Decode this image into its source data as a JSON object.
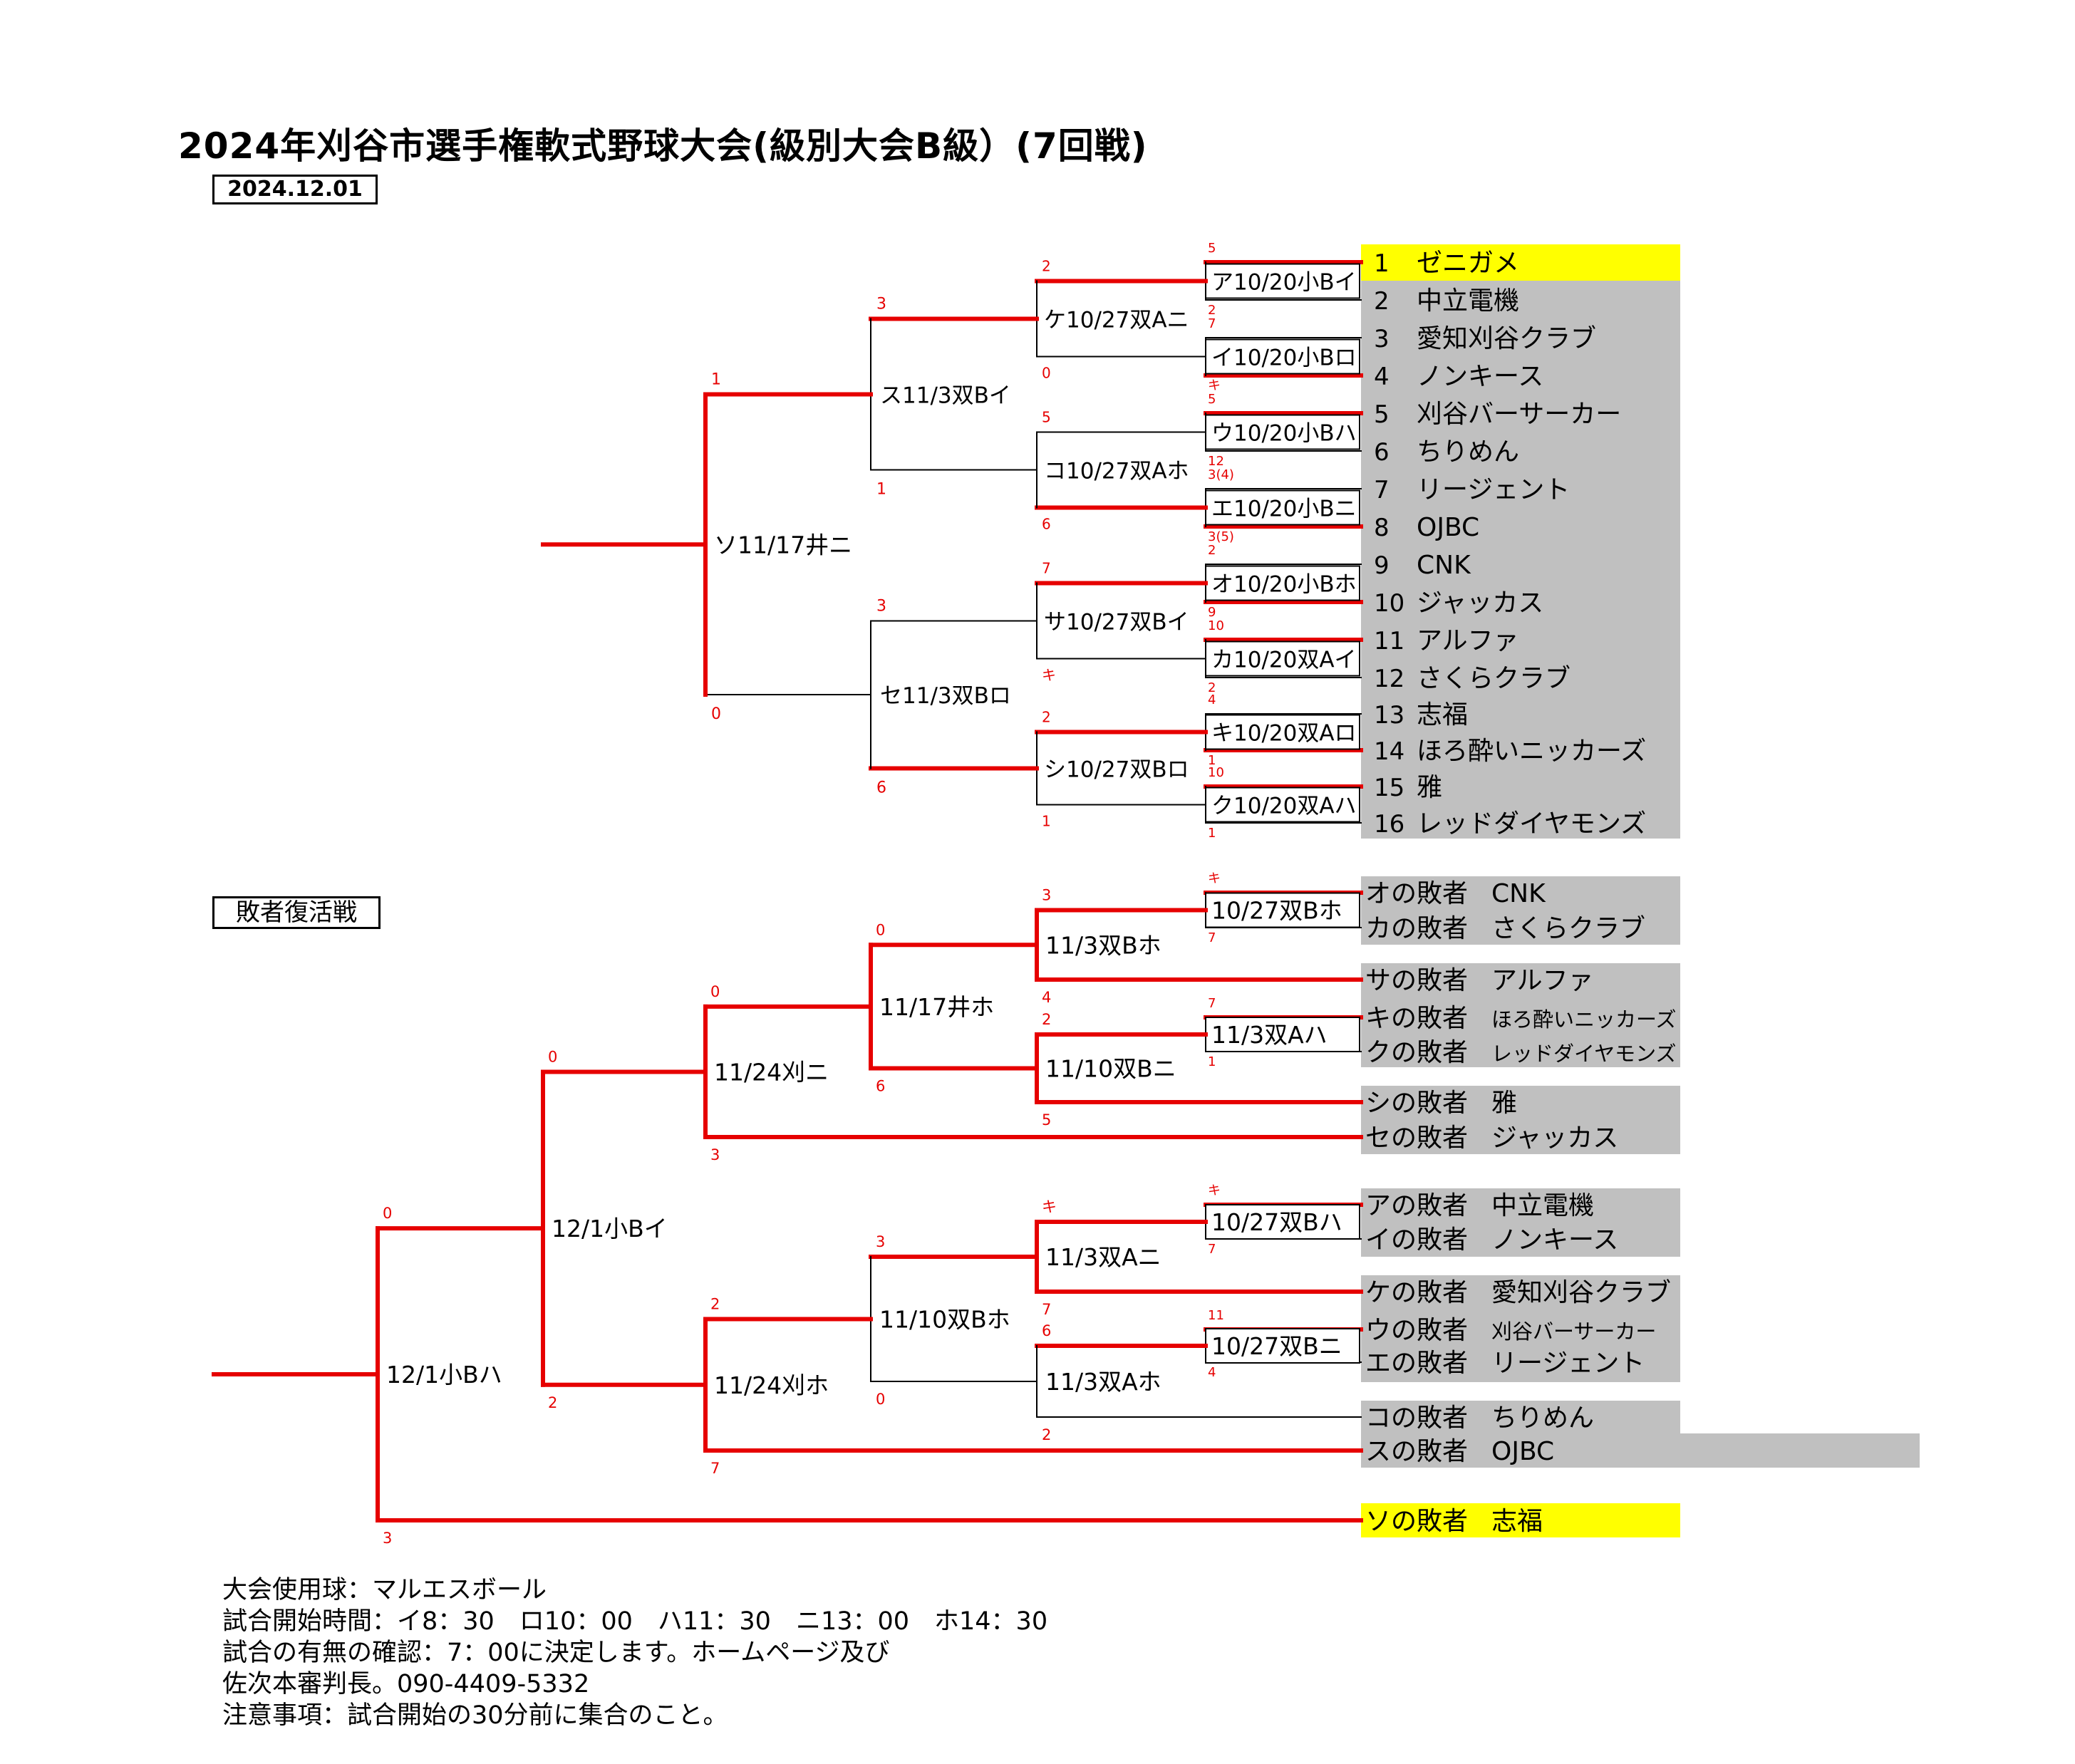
{
  "title": "2024年刈谷市選手権軟式野球大会(級別大会B級）(7回戦)",
  "date": "2024.12.01",
  "section_label": "敗者復活戦",
  "colors": {
    "line": "#e60000",
    "highlight": "#ffff00",
    "team_bg": "#c0c0c0",
    "score": "#e60000"
  },
  "teams": [
    {
      "num": "1",
      "name": "ゼニガメ",
      "highlight": true
    },
    {
      "num": "2",
      "name": "中立電機"
    },
    {
      "num": "3",
      "name": "愛知刈谷クラブ"
    },
    {
      "num": "4",
      "name": "ノンキース"
    },
    {
      "num": "5",
      "name": "刈谷バーサーカー"
    },
    {
      "num": "6",
      "name": "ちりめん"
    },
    {
      "num": "7",
      "name": "リージェント"
    },
    {
      "num": "8",
      "name": "OJBC"
    },
    {
      "num": "9",
      "name": "CNK"
    },
    {
      "num": "10",
      "name": "ジャッカス"
    },
    {
      "num": "11",
      "name": "アルファ"
    },
    {
      "num": "12",
      "name": "さくらクラブ"
    },
    {
      "num": "13",
      "name": "志福"
    },
    {
      "num": "14",
      "name": "ほろ酔いニッカーズ"
    },
    {
      "num": "15",
      "name": "雅"
    },
    {
      "num": "16",
      "name": "レッドダイヤモンズ"
    }
  ],
  "main_games": [
    {
      "label": "ア10/20小Bイ",
      "top_score": "5",
      "bottom_score": "2"
    },
    {
      "label": "イ10/20小Bロ",
      "top_score": "7",
      "bottom_score": "キ"
    },
    {
      "label": "ウ10/20小Bハ",
      "top_score": "5",
      "bottom_score": "12"
    },
    {
      "label": "エ10/20小Bニ",
      "top_score": "3(4)",
      "bottom_score": "3(5)"
    },
    {
      "label": "オ10/20小Bホ",
      "top_score": "2",
      "bottom_score": "9"
    },
    {
      "label": "カ10/20双Aイ",
      "top_score": "10",
      "bottom_score": "2"
    },
    {
      "label": "キ10/20双Aロ",
      "top_score": "4",
      "bottom_score": "1"
    },
    {
      "label": "ク10/20双Aハ",
      "top_score": "10",
      "bottom_score": "1"
    },
    {
      "label": "ケ10/27双Aニ",
      "top_score": "2",
      "bottom_score": "0"
    },
    {
      "label": "コ10/27双Aホ",
      "top_score": "5",
      "bottom_score": "6"
    },
    {
      "label": "サ10/27双Bイ",
      "top_score": "7",
      "bottom_score": "キ"
    },
    {
      "label": "シ10/27双Bロ",
      "top_score": "2",
      "bottom_score": "1"
    },
    {
      "label": "ス11/3双Bイ",
      "top_score": "3",
      "bottom_score": "1"
    },
    {
      "label": "セ11/3双Bロ",
      "top_score": "3",
      "bottom_score": "6"
    },
    {
      "label": "ソ11/17井ニ",
      "top_score": "1",
      "bottom_score": "0"
    }
  ],
  "repechage_entries": [
    {
      "label": "オの敗者",
      "name": "CNK"
    },
    {
      "label": "カの敗者",
      "name": "さくらクラブ"
    },
    {
      "label": "サの敗者",
      "name": "アルファ"
    },
    {
      "label": "キの敗者",
      "name": "ほろ酔いニッカーズ",
      "small": true
    },
    {
      "label": "クの敗者",
      "name": "レッドダイヤモンズ",
      "small": true
    },
    {
      "label": "シの敗者",
      "name": "雅"
    },
    {
      "label": "セの敗者",
      "name": "ジャッカス"
    },
    {
      "label": "アの敗者",
      "name": "中立電機"
    },
    {
      "label": "イの敗者",
      "name": "ノンキース"
    },
    {
      "label": "ケの敗者",
      "name": "愛知刈谷クラブ"
    },
    {
      "label": "ウの敗者",
      "name": "刈谷バーサーカー",
      "small": true
    },
    {
      "label": "エの敗者",
      "name": "リージェント"
    },
    {
      "label": "コの敗者",
      "name": "ちりめん"
    },
    {
      "label": "スの敗者",
      "name": "OJBC"
    },
    {
      "label": "ソの敗者",
      "name": "志福",
      "highlight": true
    }
  ],
  "repechage_games": [
    {
      "label": "10/27双Bホ",
      "top_score": "キ",
      "bottom_score": "7"
    },
    {
      "label": "11/3双Aハ",
      "top_score": "7",
      "bottom_score": "1"
    },
    {
      "label": "10/27双Bハ",
      "top_score": "キ",
      "bottom_score": "7"
    },
    {
      "label": "10/27双Bニ",
      "top_score": "11",
      "bottom_score": "4"
    },
    {
      "label": "11/3双Bホ",
      "top_score": "3",
      "bottom_score": "4"
    },
    {
      "label": "11/10双Bニ",
      "top_score": "2",
      "bottom_score": "5"
    },
    {
      "label": "11/3双Aニ",
      "top_score": "キ",
      "bottom_score": "7"
    },
    {
      "label": "11/3双Aホ",
      "top_score": "6",
      "bottom_score": "2"
    },
    {
      "label": "11/17井ホ",
      "top_score": "0",
      "bottom_score": "6"
    },
    {
      "label": "11/10双Bホ",
      "top_score": "3",
      "bottom_score": "0"
    },
    {
      "label": "11/24刈ニ",
      "top_score": "0",
      "bottom_score": "3"
    },
    {
      "label": "11/24刈ホ",
      "top_score": "2",
      "bottom_score": "7"
    },
    {
      "label": "12/1小Bイ",
      "top_score": "0",
      "bottom_score": "2"
    },
    {
      "label": "12/1小Bハ",
      "top_score": "0",
      "bottom_score": "3"
    }
  ],
  "notes": [
    "大会使用球：マルエスボール",
    "試合開始時間：イ8：30　ロ10：00　ハ11：30　ニ13：00　ホ14：30",
    "試合の有無の確認：7：00に決定します。ホームページ及び",
    "佐次本審判長。090-4409-5332",
    "注意事項：試合開始の30分前に集合のこと。"
  ]
}
